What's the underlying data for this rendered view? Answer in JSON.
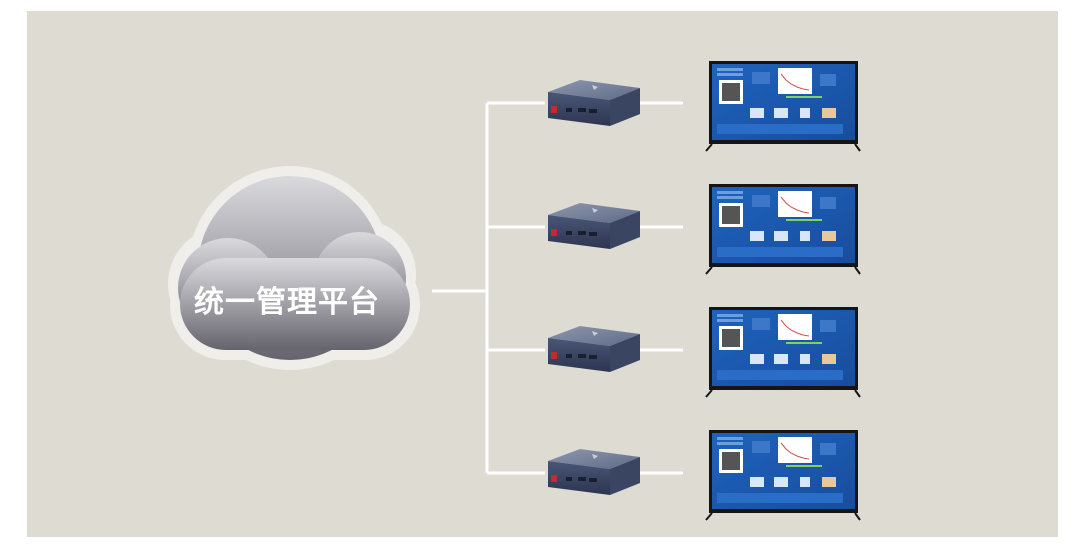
{
  "cloud": {
    "label": "统一管理平台"
  },
  "branches": [
    {
      "id": "box-1",
      "screen": "display-1"
    },
    {
      "id": "box-2",
      "screen": "display-2"
    },
    {
      "id": "box-3",
      "screen": "display-3"
    },
    {
      "id": "box-4",
      "screen": "display-4"
    }
  ],
  "colors": {
    "background": "#dedbd3",
    "line": "#ffffff",
    "cloud_outer": "#f0efec",
    "cloud_top": "#d8d8db",
    "cloud_bottom": "#6c6b73",
    "box_body": "#3d4a68",
    "box_top": "#7f8aa4",
    "screen_bg": "#1a58b0",
    "tv_frame": "#171717"
  }
}
